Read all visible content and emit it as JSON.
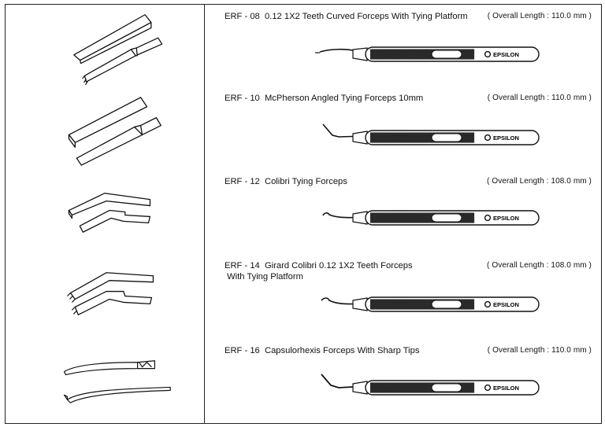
{
  "products": [
    {
      "code": "ERF - 08",
      "name": "0.12 1X2 Teeth Curved Forceps With Tying Platform",
      "length": "( Overall Length : 110.0 mm )",
      "brand": "EPSILON",
      "tip_icon": "curved-teeth-tying-platform-tip-icon"
    },
    {
      "code": "ERF - 10",
      "name": "McPherson Angled Tying Forceps 10mm",
      "length": "( Overall Length : 110.0 mm )",
      "brand": "EPSILON",
      "tip_icon": "angled-tying-tip-icon"
    },
    {
      "code": "ERF - 12",
      "name": "Colibri Tying Forceps",
      "length": "( Overall Length : 108.0 mm )",
      "brand": "EPSILON",
      "tip_icon": "colibri-tying-tip-icon"
    },
    {
      "code": "ERF - 14",
      "name": "Girard Colibri 0.12 1X2 Teeth Forceps\n With Tying Platform",
      "length": "( Overall Length : 108.0 mm )",
      "brand": "EPSILON",
      "tip_icon": "colibri-teeth-tip-icon"
    },
    {
      "code": "ERF - 16",
      "name": "Capsulorhexis Forceps With Sharp Tips",
      "length": "( Overall Length : 110.0 mm )",
      "brand": "EPSILON",
      "tip_icon": "sharp-tips-icon"
    }
  ]
}
